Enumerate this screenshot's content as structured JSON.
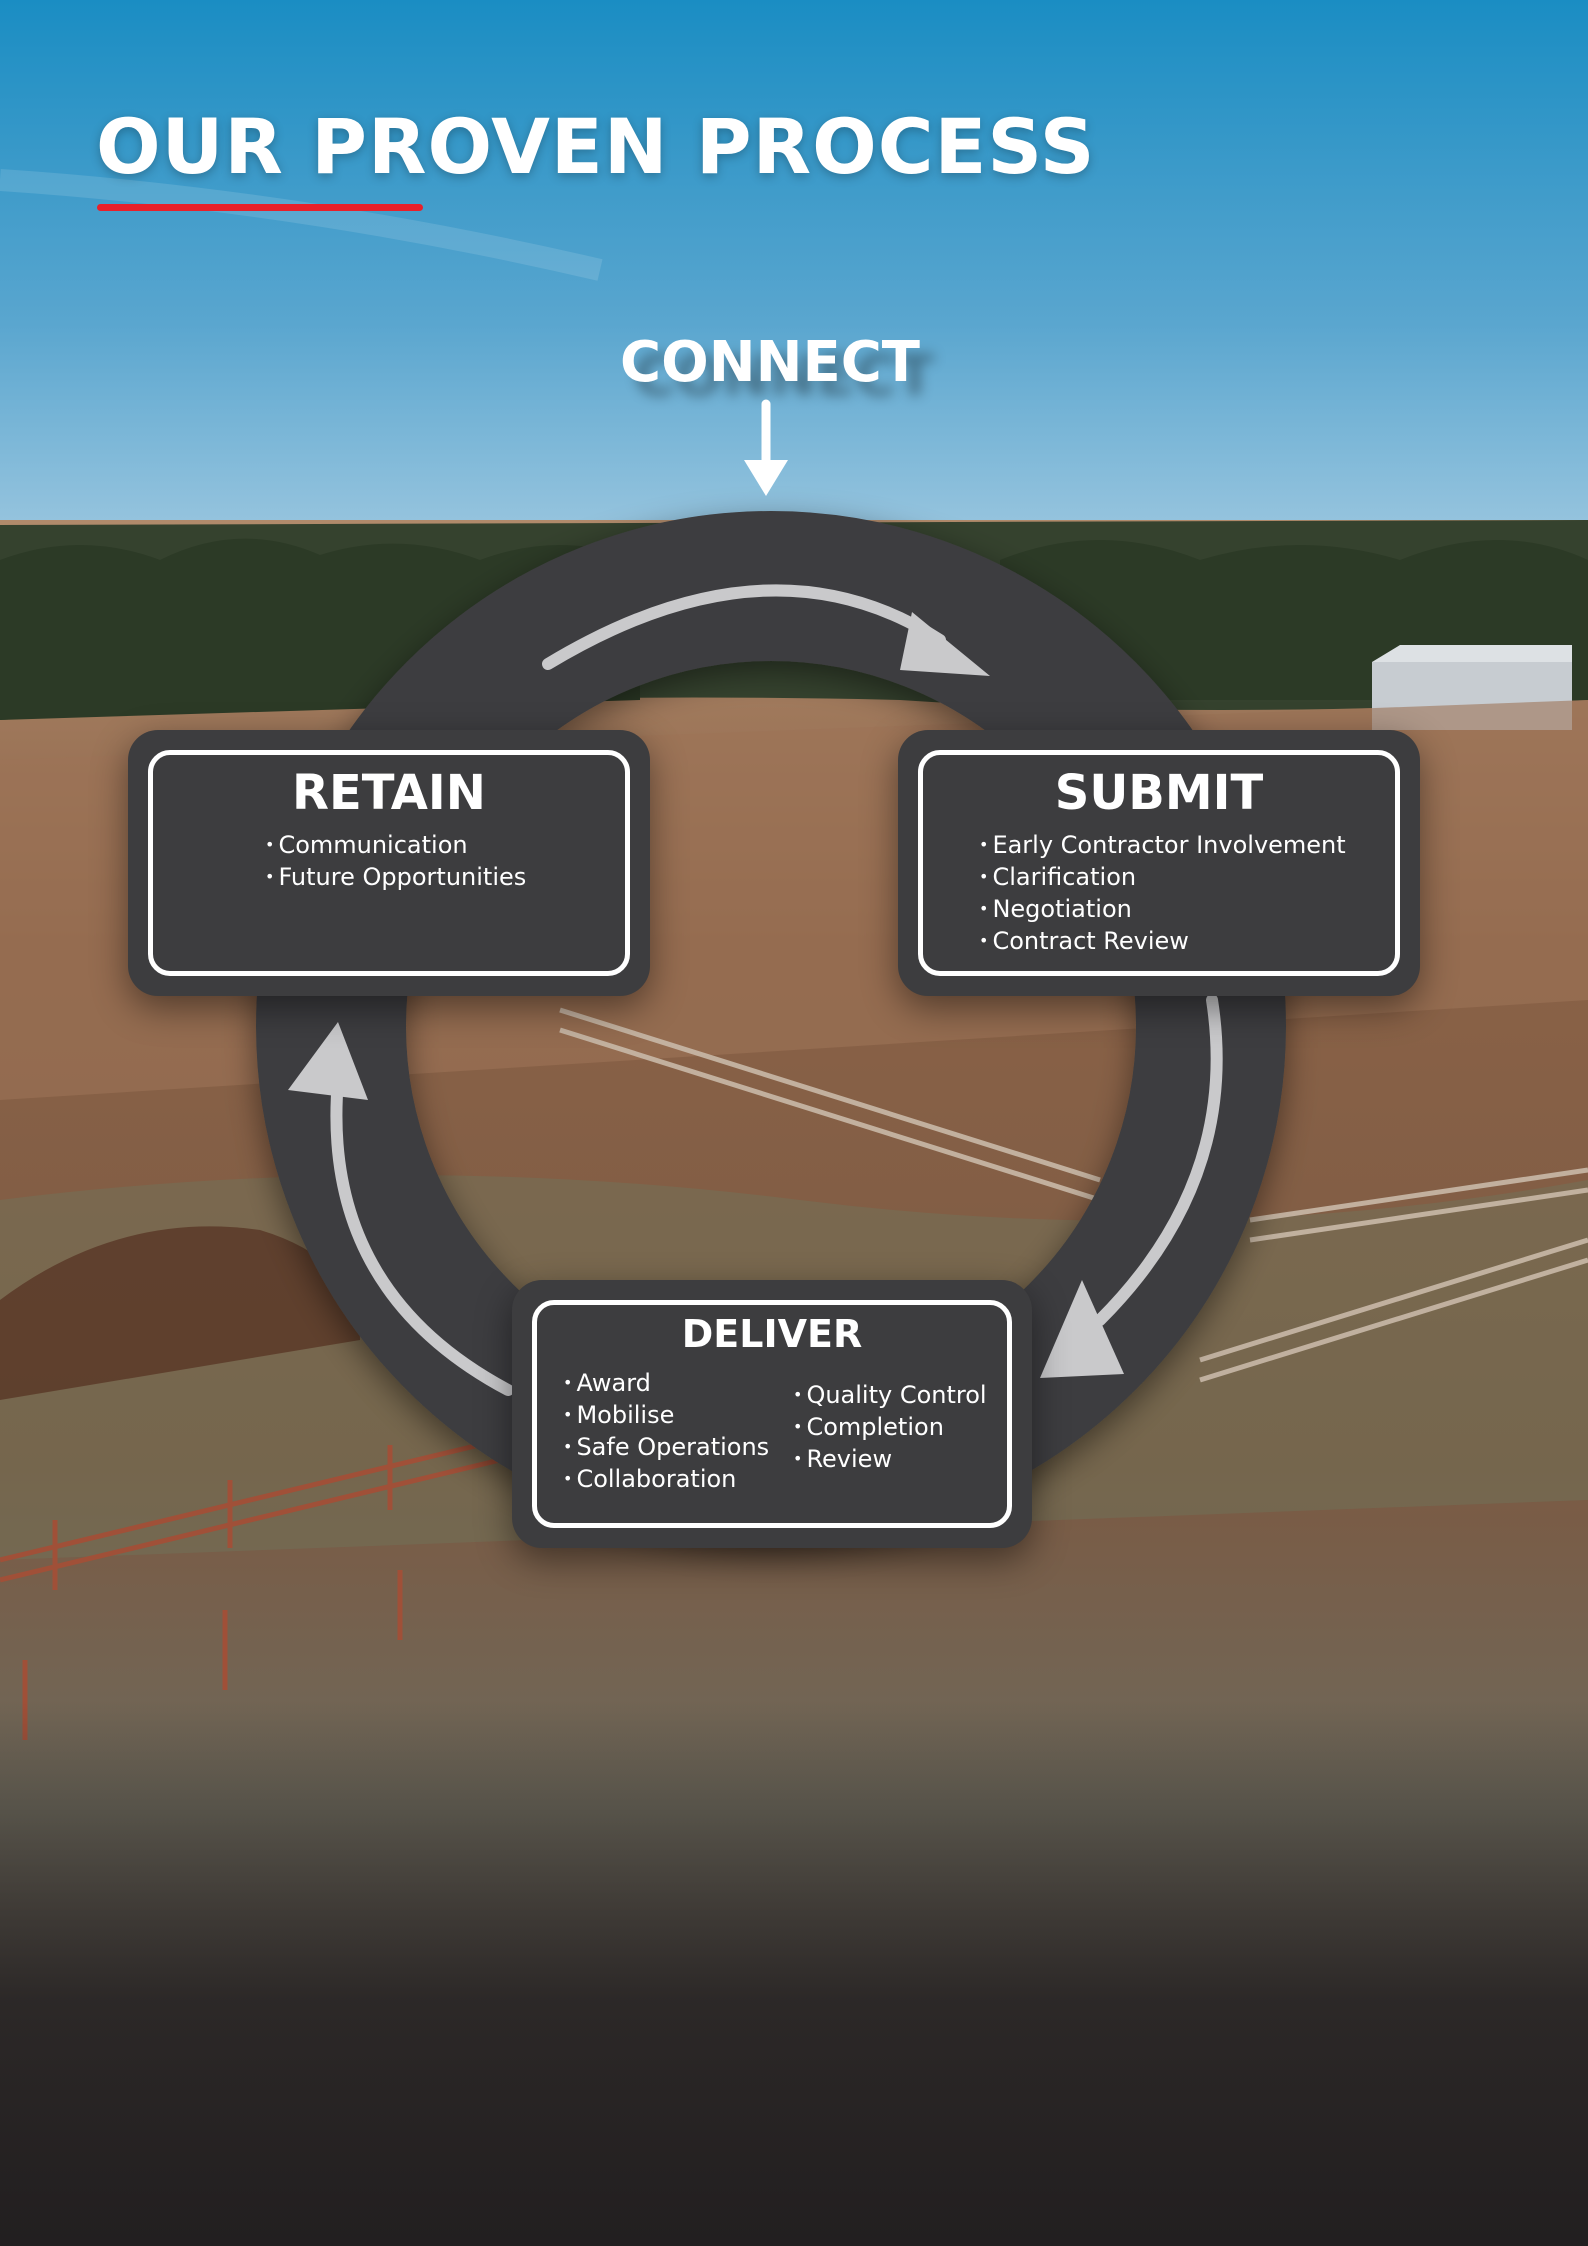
{
  "header": {
    "title": "OUR PROVEN PROCESS"
  },
  "entry": {
    "label": "CONNECT"
  },
  "stages": {
    "retain": {
      "title": "RETAIN",
      "items": [
        "Communication",
        "Future Opportunities"
      ]
    },
    "submit": {
      "title": "SUBMIT",
      "items": [
        "Early Contractor Involvement",
        "Clarification",
        "Negotiation",
        "Contract Review"
      ]
    },
    "deliver": {
      "title": "DELIVER",
      "items_left": [
        "Award",
        "Mobilise",
        "Safe Operations",
        "Collaboration"
      ],
      "items_right": [
        "Quality Control",
        "Completion",
        "Review"
      ]
    }
  },
  "colors": {
    "accent_red": "#e8202a",
    "ring": "#3d3d3f",
    "arrow": "#c9c9cb",
    "sky_top": "#1c8fc4",
    "ground": "#7a5840",
    "bottom_dark": "#221f20"
  },
  "icons": {
    "connect_arrow": "arrow-down-icon",
    "cycle_arrows": "curved-arrow-icon"
  }
}
